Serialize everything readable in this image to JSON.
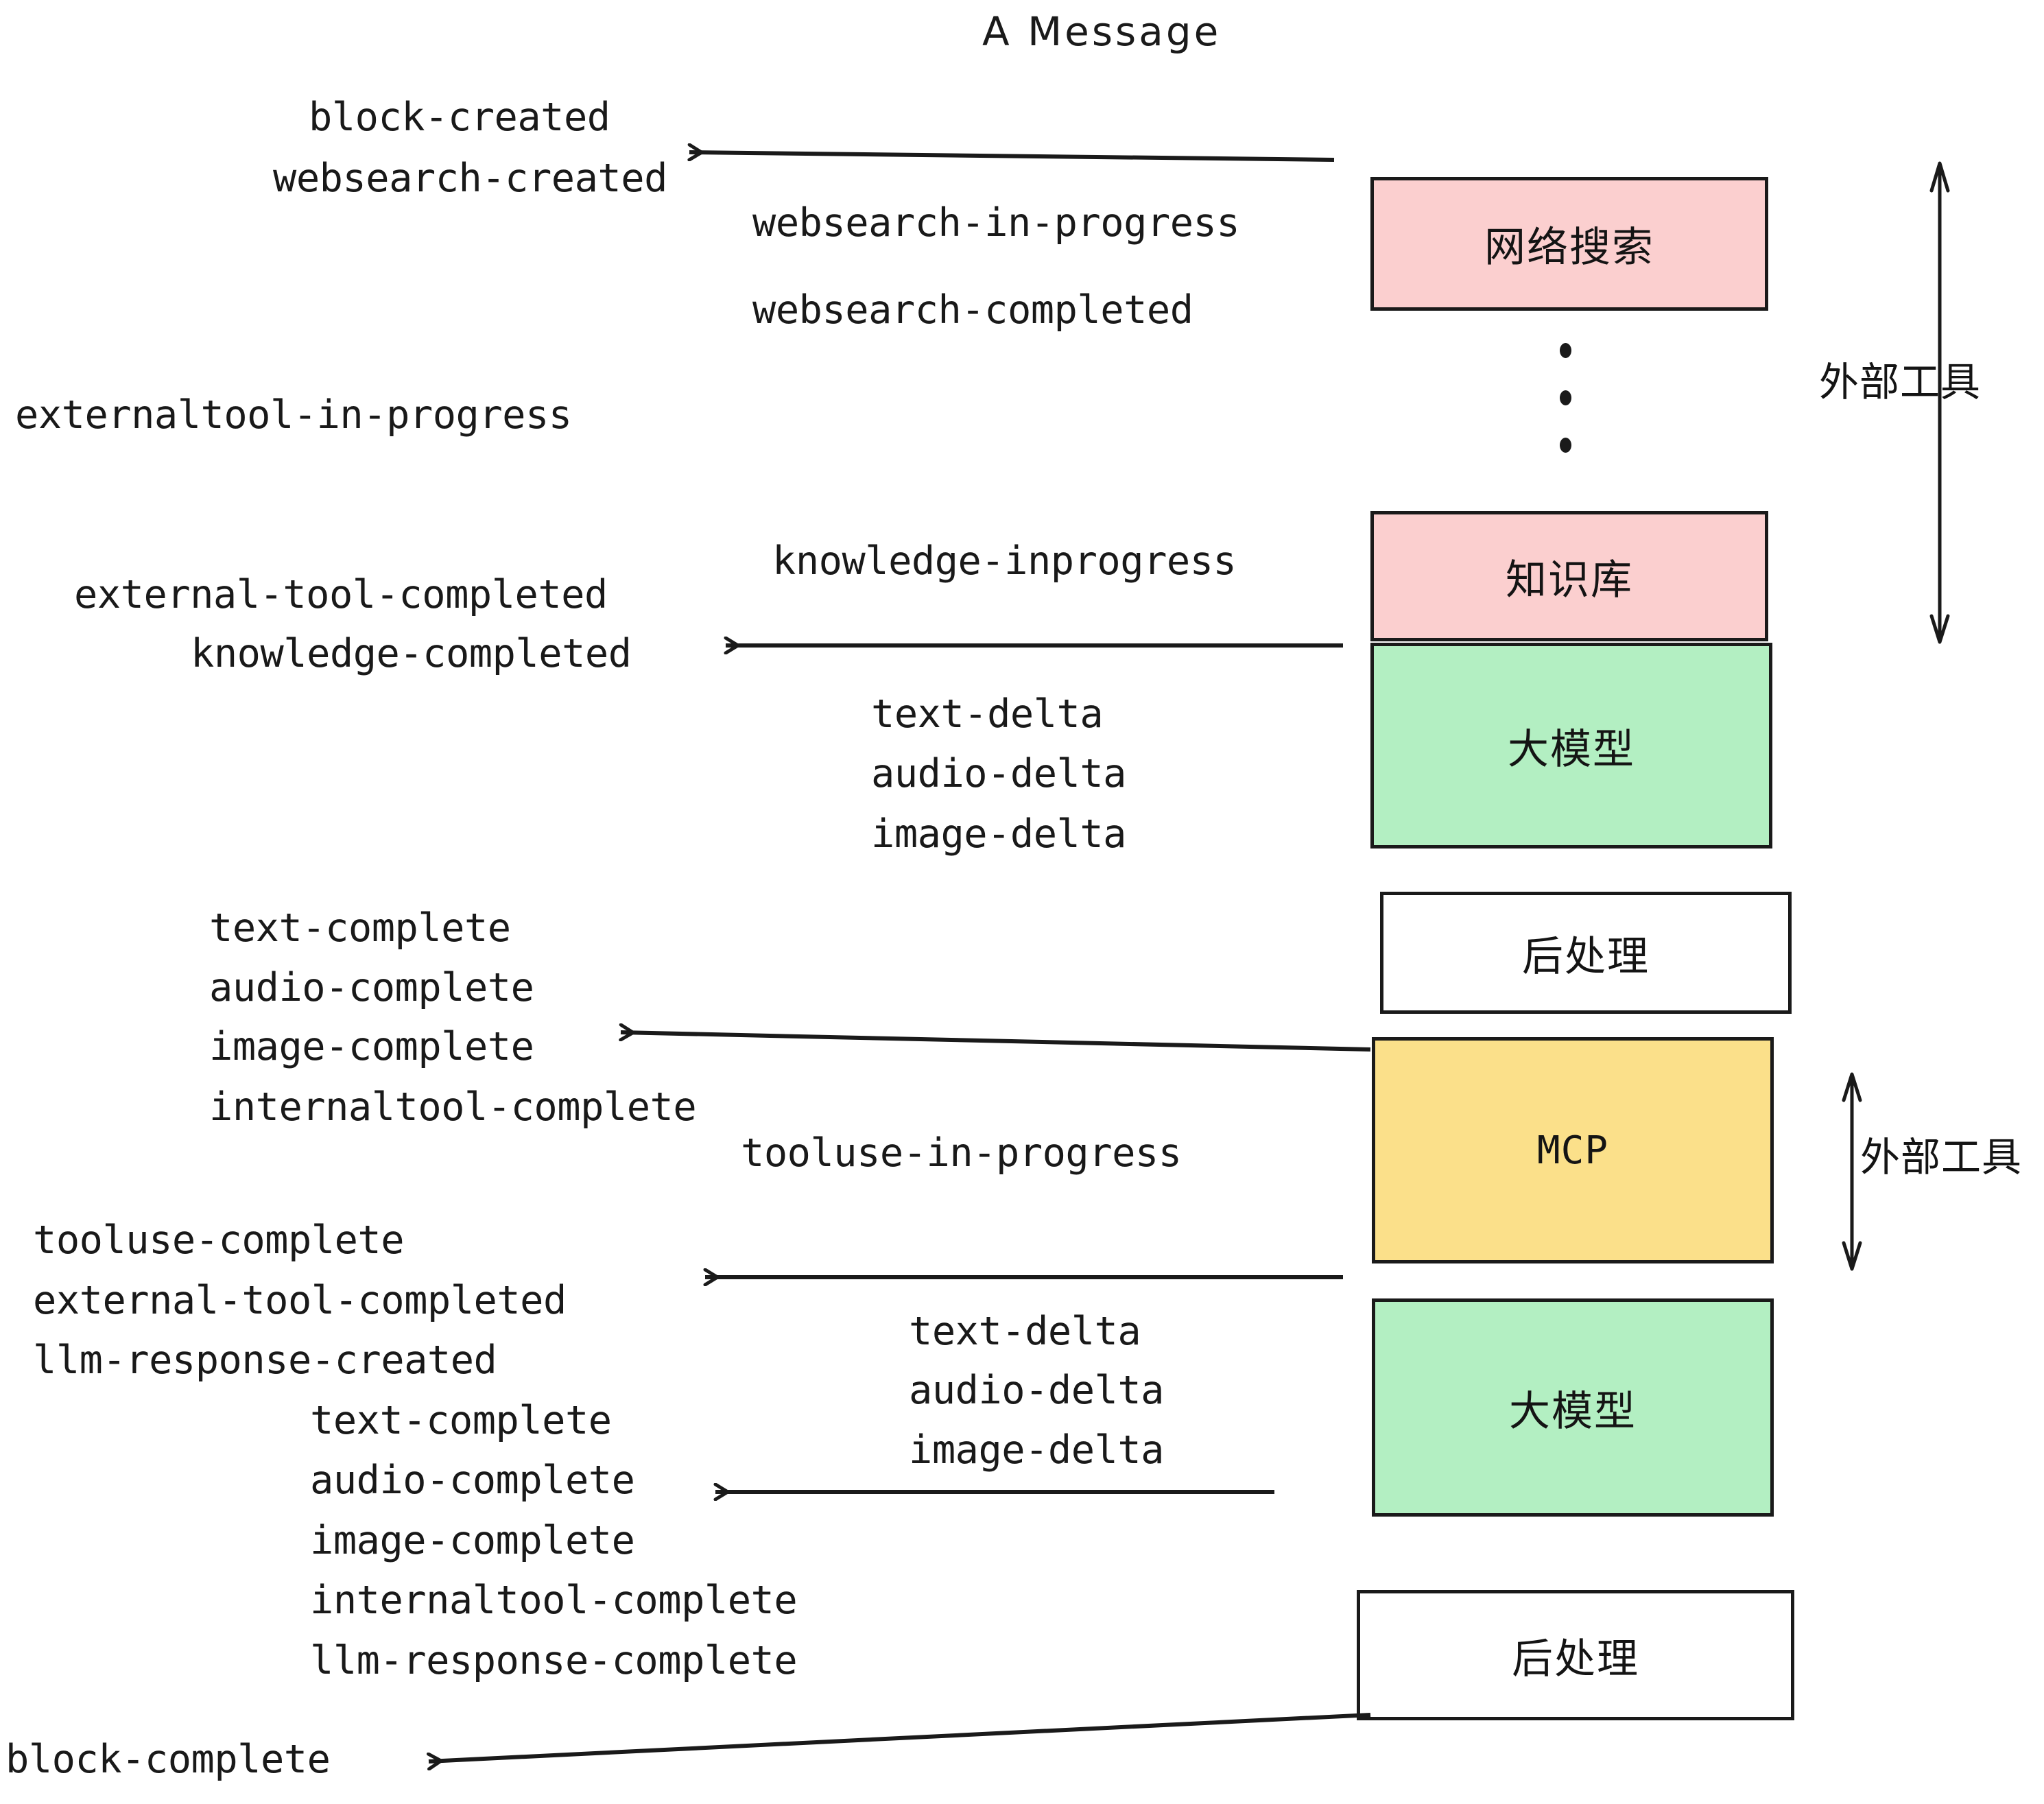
{
  "title": "A Message",
  "events": {
    "block_created": "block-created",
    "websearch_created": "websearch-created",
    "websearch_in_progress": "websearch-in-progress",
    "websearch_completed": "websearch-completed",
    "externaltool_in_progress": "externaltool-in-progress",
    "knowledge_inprogress": "knowledge-inprogress",
    "external_tool_completed_1": "external-tool-completed",
    "knowledge_completed": "knowledge-completed",
    "text_delta_1": "text-delta",
    "audio_delta_1": "audio-delta",
    "image_delta_1": "image-delta",
    "text_complete_1": "text-complete",
    "audio_complete_1": "audio-complete",
    "image_complete_1": "image-complete",
    "internaltool_complete_1": "internaltool-complete",
    "tooluse_in_progress": "tooluse-in-progress",
    "tooluse_complete": "tooluse-complete",
    "external_tool_completed_2": "external-tool-completed",
    "llm_response_created": "llm-response-created",
    "text_delta_2": "text-delta",
    "audio_delta_2": "audio-delta",
    "image_delta_2": "image-delta",
    "text_complete_2": "text-complete",
    "audio_complete_2": "audio-complete",
    "image_complete_2": "image-complete",
    "internaltool_complete_2": "internaltool-complete",
    "llm_response_complete": "llm-response-complete",
    "block_complete": "block-complete"
  },
  "nodes": {
    "websearch": "网络搜索",
    "knowledge": "知识库",
    "llm_1": "大模型",
    "postprocess_1": "后处理",
    "mcp": "MCP",
    "llm_2": "大模型",
    "postprocess_2": "后处理"
  },
  "brackets": {
    "external_tool_top": "外部工具",
    "external_tool_bottom": "外部工具"
  },
  "colors": {
    "pink": "#fbcfcf",
    "green": "#b3efc2",
    "yellow": "#fbe08a",
    "white": "#ffffff",
    "stroke": "#1a1a1a",
    "text": "#191919"
  }
}
